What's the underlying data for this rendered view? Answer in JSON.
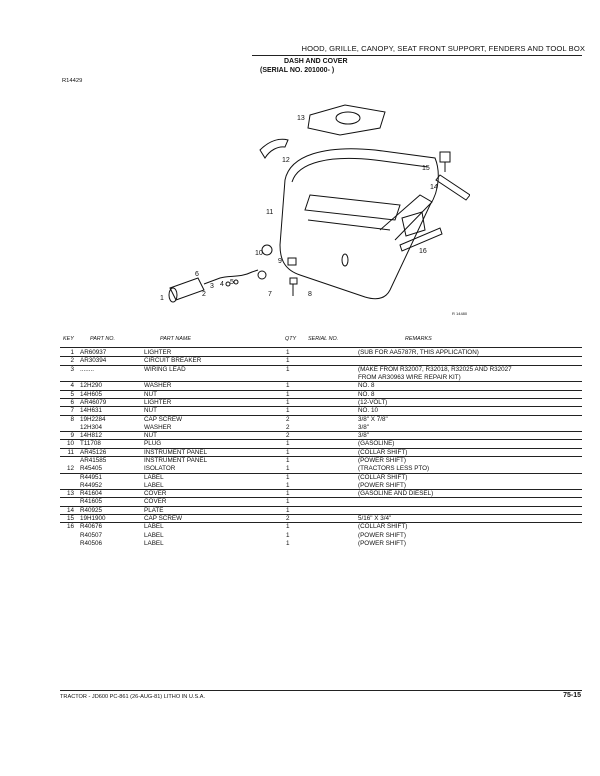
{
  "header": {
    "title": "HOOD, GRILLE, CANOPY, SEAT FRONT SUPPORT, FENDERS AND TOOL BOX",
    "subtitle_line1": "DASH AND COVER",
    "subtitle_line2": "(SERIAL NO. 201000-        )",
    "ref_code": "R14429"
  },
  "diagram": {
    "ref_code": "R 14480",
    "callouts": [
      "1",
      "2",
      "3",
      "4",
      "5",
      "6",
      "7",
      "8",
      "9",
      "10",
      "11",
      "12",
      "13",
      "14",
      "15",
      "16"
    ]
  },
  "columns": {
    "key": "KEY",
    "part_no": "PART NO.",
    "part_name": "PART NAME",
    "qty": "QTY",
    "serial_no": "SERIAL NO.",
    "remarks": "REMARKS"
  },
  "rows": [
    {
      "key": "1",
      "part": "AR60937",
      "name": "LIGHTER",
      "qty": "1",
      "serial": "",
      "remarks": "(SUB FOR AA5787R, THIS APPLICATION)"
    },
    {
      "key": "2",
      "part": "AR30394",
      "name": "CIRCUIT BREAKER",
      "qty": "1",
      "serial": "",
      "remarks": ""
    },
    {
      "key": "3",
      "part": "........",
      "name": "WIRING LEAD",
      "qty": "1",
      "serial": "",
      "remarks": "(MAKE FROM R32007, R32018, R32025 AND R32027"
    },
    {
      "key": "",
      "part": "",
      "name": "",
      "qty": "",
      "serial": "",
      "remarks": "FROM AR30963 WIRE REPAIR KIT)"
    },
    {
      "key": "4",
      "part": "12H290",
      "name": "WASHER",
      "qty": "1",
      "serial": "",
      "remarks": "NO. 8"
    },
    {
      "key": "5",
      "part": "14H605",
      "name": "NUT",
      "qty": "1",
      "serial": "",
      "remarks": "NO. 8"
    },
    {
      "key": "6",
      "part": "AR46079",
      "name": "LIGHTER",
      "qty": "1",
      "serial": "",
      "remarks": "(12-VOLT)"
    },
    {
      "key": "7",
      "part": "14H631",
      "name": "NUT",
      "qty": "1",
      "serial": "",
      "remarks": "NO. 10"
    },
    {
      "key": "8",
      "part": "19H2284",
      "name": "CAP SCREW",
      "qty": "2",
      "serial": "",
      "remarks": "3/8\" X 7/8\""
    },
    {
      "key": "",
      "part": "12H304",
      "name": "WASHER",
      "qty": "2",
      "serial": "",
      "remarks": "3/8\""
    },
    {
      "key": "9",
      "part": "14H812",
      "name": "NUT",
      "qty": "2",
      "serial": "",
      "remarks": "3/8\""
    },
    {
      "key": "10",
      "part": "T11708",
      "name": "PLUG",
      "qty": "1",
      "serial": "",
      "remarks": "(GASOLINE)"
    },
    {
      "key": "11",
      "part": "AR45126",
      "name": "INSTRUMENT PANEL",
      "qty": "1",
      "serial": "",
      "remarks": "(COLLAR SHIFT)"
    },
    {
      "key": "",
      "part": "AR41585",
      "name": "INSTRUMENT PANEL",
      "qty": "1",
      "serial": "",
      "remarks": "(POWER SHIFT)"
    },
    {
      "key": "12",
      "part": "R45405",
      "name": "ISOLATOR",
      "qty": "1",
      "serial": "",
      "remarks": "(TRACTORS LESS PTO)"
    },
    {
      "key": "",
      "part": "R44951",
      "name": "LABEL",
      "qty": "1",
      "serial": "",
      "remarks": "(COLLAR SHIFT)"
    },
    {
      "key": "",
      "part": "R44952",
      "name": "LABEL",
      "qty": "1",
      "serial": "",
      "remarks": "(POWER SHIFT)"
    },
    {
      "key": "13",
      "part": "R41604",
      "name": "COVER",
      "qty": "1",
      "serial": "",
      "remarks": "(GASOLINE AND DIESEL)"
    },
    {
      "key": "",
      "part": "R41605",
      "name": "COVER",
      "qty": "1",
      "serial": "",
      "remarks": ""
    },
    {
      "key": "14",
      "part": "R40925",
      "name": "PLATE",
      "qty": "1",
      "serial": "",
      "remarks": ""
    },
    {
      "key": "15",
      "part": "19H1900",
      "name": "CAP SCREW",
      "qty": "2",
      "serial": "",
      "remarks": "5/16\" X 3/4\""
    },
    {
      "key": "16",
      "part": "R40676",
      "name": "LABEL",
      "qty": "1",
      "serial": "",
      "remarks": "(COLLAR SHIFT)"
    },
    {
      "key": "",
      "part": "R40507",
      "name": "LABEL",
      "qty": "1",
      "serial": "",
      "remarks": "(POWER SHIFT)"
    },
    {
      "key": "",
      "part": "R40506",
      "name": "LABEL",
      "qty": "1",
      "serial": "",
      "remarks": "(POWER SHIFT)"
    }
  ],
  "footer": {
    "left": "TRACTOR - JD600   PC-861  (26-AUG-81)   LITHO IN U.S.A.",
    "page": "75-15"
  }
}
